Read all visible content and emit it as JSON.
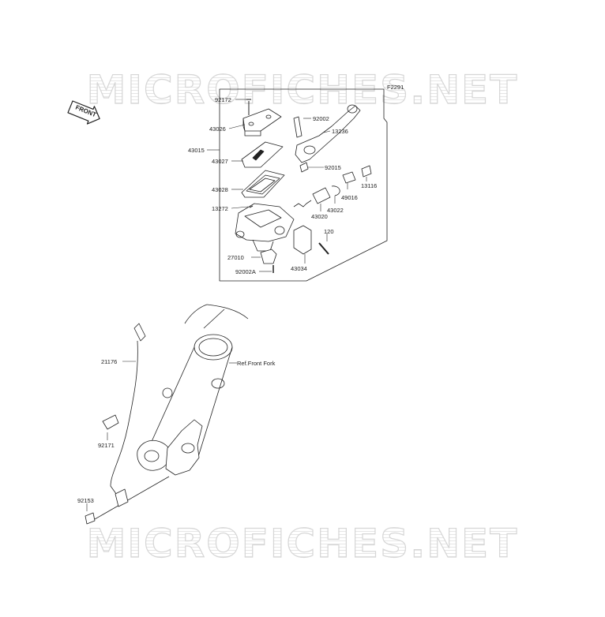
{
  "watermark": {
    "top_text": "MICROFICHES.NET",
    "bottom_text": "MICROFICHES.NET"
  },
  "figure_id": "F2291",
  "front_arrow_text": "FRONT",
  "reference_label": "Ref.Front Fork",
  "part_labels": {
    "p92172": "92172",
    "p43026": "43026",
    "p43015": "43015",
    "p43027": "43027",
    "p43028": "43028",
    "p13272": "13272",
    "p27010": "27010",
    "p92002A": "92002A",
    "p92002": "92002",
    "p13236": "13236",
    "p92015": "92015",
    "p13116": "13116",
    "p49016": "49016",
    "p43022": "43022",
    "p43020": "43020",
    "p120": "120",
    "p43034": "43034",
    "p21176": "21176",
    "p92171": "92171",
    "p92153": "92153"
  }
}
